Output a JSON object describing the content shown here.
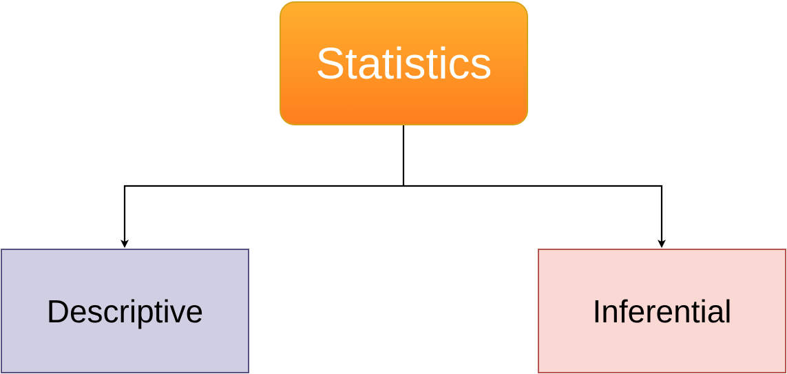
{
  "diagram": {
    "root": {
      "label": "Statistics",
      "fill_top": "#ffb02e",
      "fill_bottom": "#ff7f1e",
      "stroke": "#d6a21a"
    },
    "children": [
      {
        "label": "Descriptive",
        "fill": "#d0cee2",
        "stroke": "#56517e"
      },
      {
        "label": "Inferential",
        "fill": "#fad9d5",
        "stroke": "#b85450"
      }
    ],
    "connector_color": "#000000"
  }
}
